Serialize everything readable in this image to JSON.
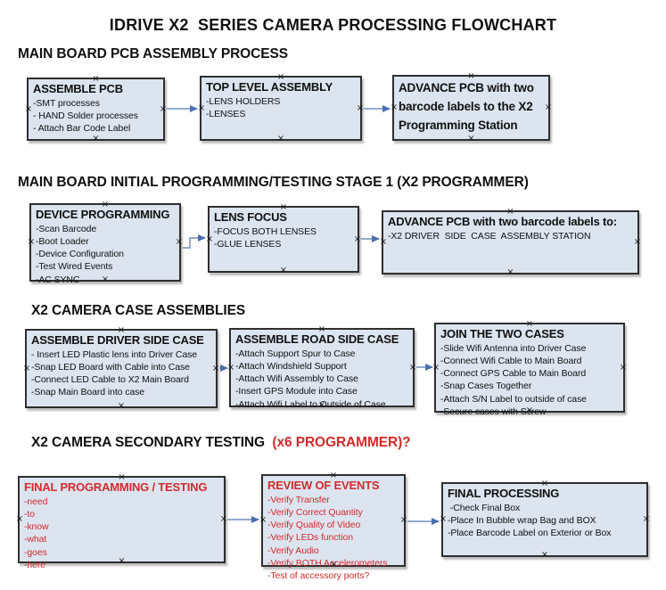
{
  "page_title": "IDRIVE X2  SERIES CAMERA PROCESSING FLOWCHART",
  "connection_handle_glyph": "×",
  "colors": {
    "box_fill": "#dce4f0",
    "box_border": "#2e2e2e",
    "arrow_line": "#92a9cc",
    "arrow_head": "#4a70ad",
    "text_black": "#111111",
    "text_red": "#d32b2b"
  },
  "sections": [
    {
      "id": "pcb-assembly",
      "heading_parts": [
        {
          "text": "MAIN BOARD PCB ASSEMBLY PROCESS",
          "color": "#111111"
        }
      ],
      "boxes": [
        {
          "id": "assemble-pcb",
          "title": "ASSEMBLE PCB",
          "title_color": "#111111",
          "item_color": "#111111",
          "items": [
            "-SMT processes",
            "- HAND Solder processes",
            "- Attach Bar Code Label"
          ]
        },
        {
          "id": "top-level-assembly",
          "title": "TOP LEVEL ASSEMBLY",
          "title_color": "#111111",
          "item_color": "#111111",
          "items": [
            "-LENS HOLDERS",
            "-LENSES"
          ]
        },
        {
          "id": "advance-pcb-programming",
          "title": "ADVANCE PCB with two barcode labels to the X2 Programming Station",
          "title_color": "#111111",
          "item_color": "#111111",
          "items": []
        }
      ]
    },
    {
      "id": "initial-programming",
      "heading_parts": [
        {
          "text": "MAIN BOARD INITIAL PROGRAMMING/TESTING STAGE 1 (X2 PROGRAMMER)",
          "color": "#111111"
        }
      ],
      "boxes": [
        {
          "id": "device-programming",
          "title": "DEVICE PROGRAMMING",
          "title_color": "#111111",
          "item_color": "#111111",
          "items": [
            "-Scan Barcode",
            "-Boot Loader",
            "-Device Configuration",
            "-Test Wired Events",
            "-AC SYNC"
          ]
        },
        {
          "id": "lens-focus",
          "title": "LENS FOCUS",
          "title_color": "#111111",
          "item_color": "#111111",
          "items": [
            "-FOCUS BOTH LENSES",
            "-GLUE LENSES"
          ]
        },
        {
          "id": "advance-pcb-driver-side",
          "title": "ADVANCE PCB with two barcode labels to:",
          "title_color": "#111111",
          "item_color": "#111111",
          "items": [
            "-X2 DRIVER  SIDE  CASE  ASSEMBLY STATION"
          ]
        }
      ]
    },
    {
      "id": "case-assemblies",
      "heading_parts": [
        {
          "text": "X2 CAMERA CASE ASSEMBLIES",
          "color": "#111111"
        }
      ],
      "boxes": [
        {
          "id": "assemble-driver-side-case",
          "title": "ASSEMBLE DRIVER SIDE CASE",
          "title_color": "#111111",
          "item_color": "#111111",
          "items": [
            "- Insert LED Plastic lens into Driver Case",
            "-Snap LED Board with Cable into Case",
            "-Connect LED Cable to X2 Main Board",
            "-Snap Main Board into case"
          ]
        },
        {
          "id": "assemble-road-side-case",
          "title": "ASSEMBLE ROAD SIDE CASE",
          "title_color": "#111111",
          "item_color": "#111111",
          "items": [
            "-Attach Support Spur to Case",
            "-Attach Windshield Support",
            "-Attach Wifi Assembly to Case",
            "-Insert GPS Module into Case",
            "-Attach Wifi Label to Outside of Case"
          ]
        },
        {
          "id": "join-the-two-cases",
          "title": "JOIN THE TWO CASES",
          "title_color": "#111111",
          "item_color": "#111111",
          "items": [
            "-Slide Wifi Antenna into Driver Case",
            "-Connect Wifi Cable to Main Board",
            "-Connect GPS Cable to Main Board",
            "-Snap Cases Together",
            "-Attach S/N Label to outside of case",
            "-Secure cases with Screw"
          ]
        }
      ]
    },
    {
      "id": "secondary-testing",
      "heading_parts": [
        {
          "text": "X2 CAMERA SECONDARY TESTING  ",
          "color": "#111111"
        },
        {
          "text": "(x6 PROGRAMMER)?",
          "color": "#d32b2b"
        }
      ],
      "boxes": [
        {
          "id": "final-programming-testing",
          "title": "FINAL PROGRAMMING / TESTING",
          "title_color": "#d32b2b",
          "item_color": "#d32b2b",
          "items": [
            "-need",
            "-to",
            "-know",
            "-what",
            "-goes",
            "-here"
          ]
        },
        {
          "id": "review-of-events",
          "title": "REVIEW OF EVENTS",
          "title_color": "#d32b2b",
          "item_color": "#d32b2b",
          "items": [
            "-Verify Transfer",
            "-Verify Correct Quantity",
            "-Verify Quality of Video",
            "-Verify LEDs function",
            "-Verify Audio",
            "-Verify BOTH Accelerometers",
            "-Test of accessory ports?"
          ]
        },
        {
          "id": "final-processing",
          "title": "FINAL PROCESSING",
          "title_color": "#111111",
          "item_color": "#111111",
          "items": [
            " -Check Final Box",
            "-Place In Bubble wrap Bag and BOX",
            "-Place Barcode Label on Exterior or Box"
          ]
        }
      ]
    }
  ]
}
